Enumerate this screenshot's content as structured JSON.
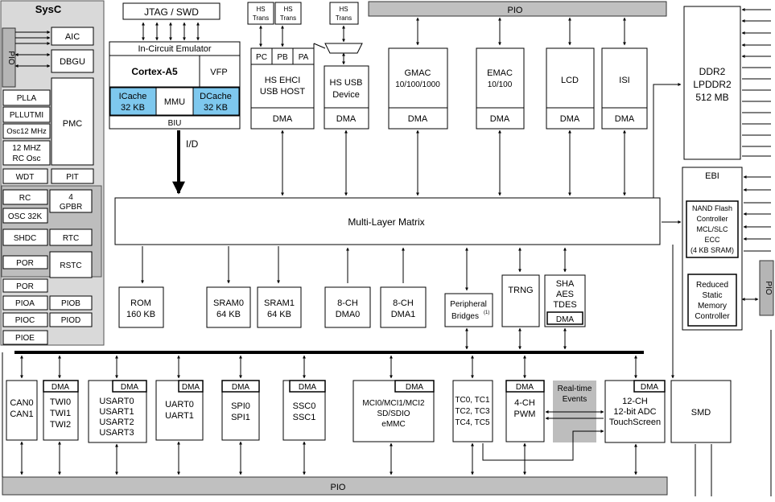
{
  "sysc": {
    "title": "SysC",
    "pio_left": "PIO",
    "aic": "AIC",
    "dbgu": "DBGU",
    "plla": "PLLA",
    "pllutmi": "PLLUTMI",
    "osc12": "Osc12 MHz",
    "rc12_l1": "12 MHZ",
    "rc12_l2": "RC Osc",
    "pmc": "PMC",
    "wdt": "WDT",
    "pit": "PIT",
    "rc": "RC",
    "osc32k": "OSC 32K",
    "gpbr_l1": "4",
    "gpbr_l2": "GPBR",
    "shdc": "SHDC",
    "rtc": "RTC",
    "por1": "POR",
    "rstc": "RSTC",
    "por2": "POR",
    "pioa": "PIOA",
    "piob": "PIOB",
    "pioc": "PIOC",
    "piod": "PIOD",
    "pioe": "PIOE"
  },
  "core": {
    "jtag": "JTAG / SWD",
    "ice": "In-Circuit Emulator",
    "cortex": "Cortex-A5",
    "vfp": "VFP",
    "icache_l1": "ICache",
    "icache_l2": "32 KB",
    "mmu": "MMU",
    "dcache_l1": "DCache",
    "dcache_l2": "32 KB",
    "biu": "BIU",
    "id": "I/D"
  },
  "usb": {
    "hs_trans_a_l1": "HS",
    "hs_trans_a_l2": "Trans",
    "hs_trans_b_l1": "HS",
    "hs_trans_b_l2": "Trans",
    "hs_trans_c_l1": "HS",
    "hs_trans_c_l2": "Trans",
    "pc": "PC",
    "pb": "PB",
    "pa": "PA",
    "ehci_l1": "HS EHCI",
    "ehci_l2": "USB HOST",
    "ehci_dma": "DMA",
    "dev_l1": "HS USB",
    "dev_l2": "Device",
    "dev_dma": "DMA"
  },
  "top_periph": {
    "pio_top": "PIO",
    "gmac_l1": "GMAC",
    "gmac_l2": "10/100/1000",
    "gmac_dma": "DMA",
    "emac_l1": "EMAC",
    "emac_l2": "10/100",
    "emac_dma": "DMA",
    "lcd": "LCD",
    "lcd_dma": "DMA",
    "isi": "ISI",
    "isi_dma": "DMA"
  },
  "memory": {
    "ddr_l1": "DDR2",
    "ddr_l2": "LPDDR2",
    "ddr_l3": "512 MB",
    "ebi": "EBI",
    "nand_l1": "NAND Flash",
    "nand_l2": "Controller",
    "nand_l3": "MCL/SLC",
    "nand_l4": "ECC",
    "nand_l5": "(4 KB SRAM)",
    "smc_l1": "Reduced",
    "smc_l2": "Static",
    "smc_l3": "Memory",
    "smc_l4": "Controller",
    "pio_right": "PIO"
  },
  "matrix": {
    "label": "Multi-Layer Matrix",
    "rom_l1": "ROM",
    "rom_l2": "160 KB",
    "sram0_l1": "SRAM0",
    "sram0_l2": "64 KB",
    "sram1_l1": "SRAM1",
    "sram1_l2": "64 KB",
    "dma0_l1": "8-CH",
    "dma0_l2": "DMA0",
    "dma1_l1": "8-CH",
    "dma1_l2": "DMA1",
    "bridges_l1": "Peripheral",
    "bridges_l2": "Bridges",
    "bridges_sup": "(1)",
    "trng": "TRNG",
    "sha_l1": "SHA",
    "sha_l2": "AES",
    "sha_l3": "TDES",
    "sha_dma": "DMA"
  },
  "bottom_periph": {
    "can_l1": "CAN0",
    "can_l2": "CAN1",
    "twi_dma": "DMA",
    "twi_l1": "TWI0",
    "twi_l2": "TWI1",
    "twi_l3": "TWI2",
    "usart_dma": "DMA",
    "usart_l1": "USART0",
    "usart_l2": "USART1",
    "usart_l3": "USART2",
    "usart_l4": "USART3",
    "uart_dma": "DMA",
    "uart_l1": "UART0",
    "uart_l2": "UART1",
    "spi_dma": "DMA",
    "spi_l1": "SPI0",
    "spi_l2": "SPI1",
    "ssc_dma": "DMA",
    "ssc_l1": "SSC0",
    "ssc_l2": "SSC1",
    "mci_dma": "DMA",
    "mci_l1": "MCI0/MCI1/MCI2",
    "mci_l2": "SD/SDIO",
    "mci_l3": "eMMC",
    "tc_l1": "TC0, TC1",
    "tc_l2": "TC2, TC3",
    "tc_l3": "TC4, TC5",
    "pwm_dma": "DMA",
    "pwm_l1": "4-CH",
    "pwm_l2": "PWM",
    "rte_l1": "Real-time",
    "rte_l2": "Events",
    "adc_dma": "DMA",
    "adc_l1": "12-CH",
    "adc_l2": "12-bit ADC",
    "adc_l3": "TouchScreen",
    "smd": "SMD",
    "pio_bottom": "PIO"
  },
  "colors": {
    "cache_fill": "#7ec8ee",
    "pio_bar": "#c0c0c0",
    "sysc_bg": "#d9d9d9",
    "rte_fill": "#bdbdbd"
  }
}
